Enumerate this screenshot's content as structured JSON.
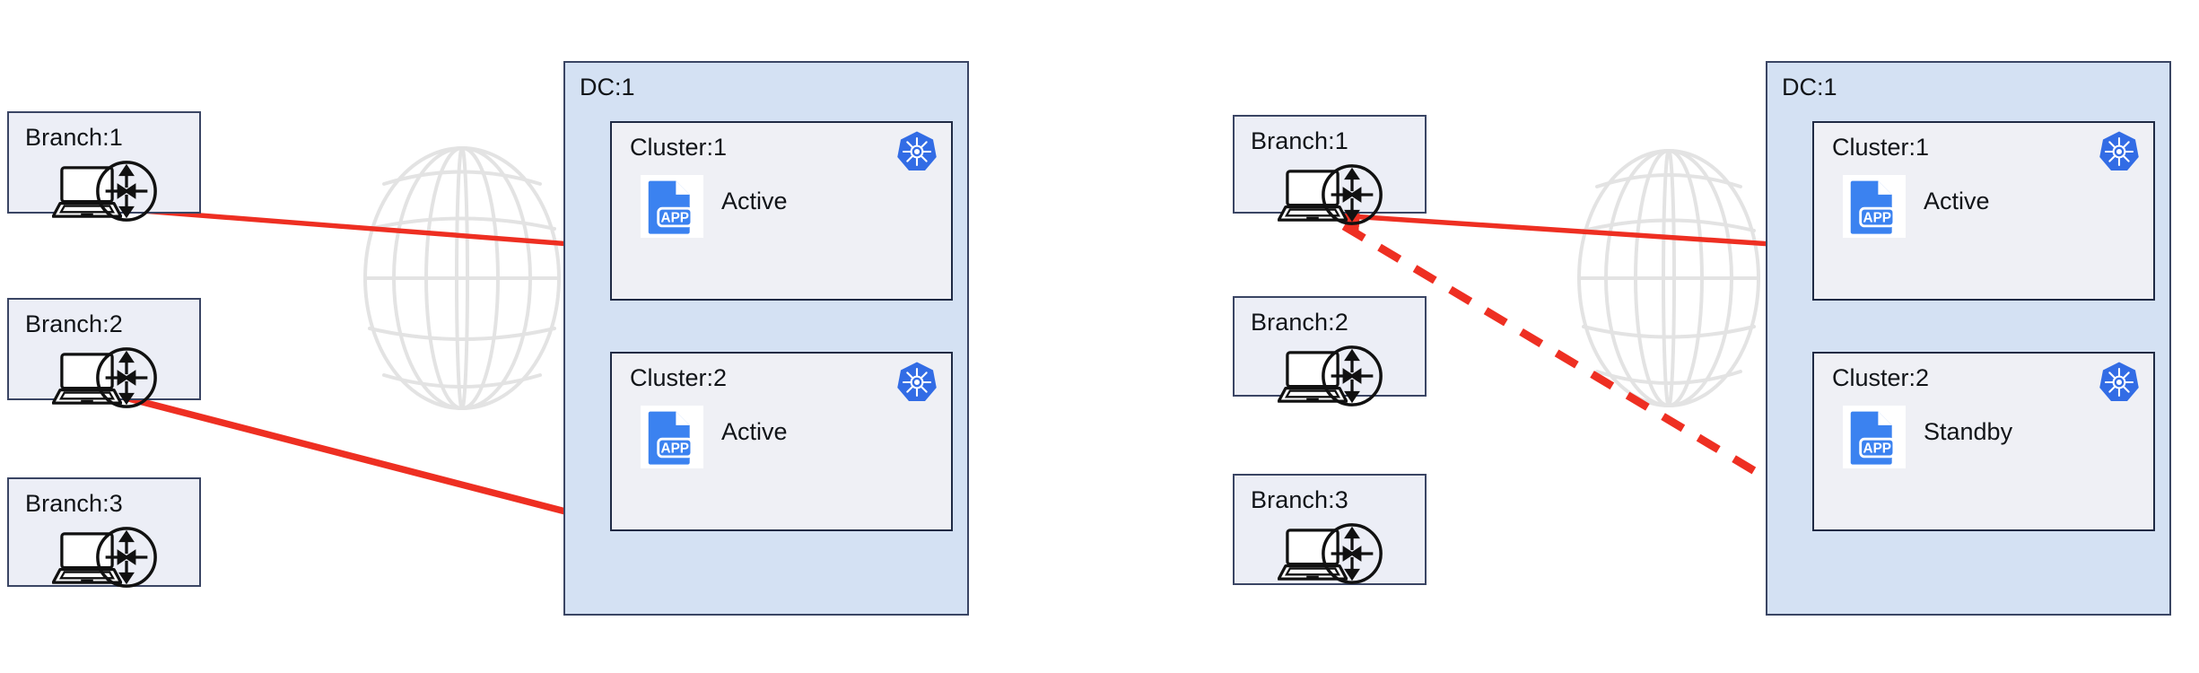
{
  "diagram": {
    "title_absent": true,
    "accent_red": "#ee2f22",
    "dc_fill": "#d4e1f3",
    "branch_fill": "#eceef6",
    "cluster_fill": "#eff0f5",
    "border_navy": "#3a4564",
    "k8s_blue": "#326ce5",
    "globe_gray": "#e2e2e2"
  },
  "panels": [
    {
      "id": "left",
      "name": "normal-operation",
      "branches": [
        {
          "label": "Branch:1",
          "laptop_icon": "laptop-icon",
          "router_icon": "router-icon"
        },
        {
          "label": "Branch:2",
          "laptop_icon": "laptop-icon",
          "router_icon": "router-icon"
        },
        {
          "label": "Branch:3",
          "laptop_icon": "laptop-icon",
          "router_icon": "router-icon"
        }
      ],
      "network_icon": "globe-icon",
      "dc": {
        "label": "DC:1",
        "clusters": [
          {
            "label": "Cluster:1",
            "status": "Active",
            "k8s_icon": "kubernetes-icon",
            "app_icon": "app-file-icon"
          },
          {
            "label": "Cluster:2",
            "status": "Active",
            "k8s_icon": "kubernetes-icon",
            "app_icon": "app-file-icon"
          }
        ]
      },
      "connections": [
        {
          "from": "Branch:1",
          "to": "Cluster:1",
          "style": "solid",
          "direction": "to-cluster"
        },
        {
          "from": "Branch:2",
          "to": "Cluster:2",
          "style": "solid",
          "direction": "to-cluster"
        }
      ]
    },
    {
      "id": "right",
      "name": "failover-operation",
      "branches": [
        {
          "label": "Branch:1",
          "laptop_icon": "laptop-icon",
          "router_icon": "router-icon"
        },
        {
          "label": "Branch:2",
          "laptop_icon": "laptop-icon",
          "router_icon": "router-icon"
        },
        {
          "label": "Branch:3",
          "laptop_icon": "laptop-icon",
          "router_icon": "router-icon"
        }
      ],
      "network_icon": "globe-icon",
      "dc": {
        "label": "DC:1",
        "clusters": [
          {
            "label": "Cluster:1",
            "status": "Active",
            "k8s_icon": "kubernetes-icon",
            "app_icon": "app-file-icon"
          },
          {
            "label": "Cluster:2",
            "status": "Standby",
            "k8s_icon": "kubernetes-icon",
            "app_icon": "app-file-icon"
          }
        ]
      },
      "connections": [
        {
          "from": "Cluster:1",
          "to": "Branch:1",
          "style": "solid",
          "direction": "to-branch"
        },
        {
          "from": "Branch:1",
          "to": "Cluster:2",
          "style": "dashed",
          "direction": "to-cluster"
        }
      ]
    }
  ]
}
